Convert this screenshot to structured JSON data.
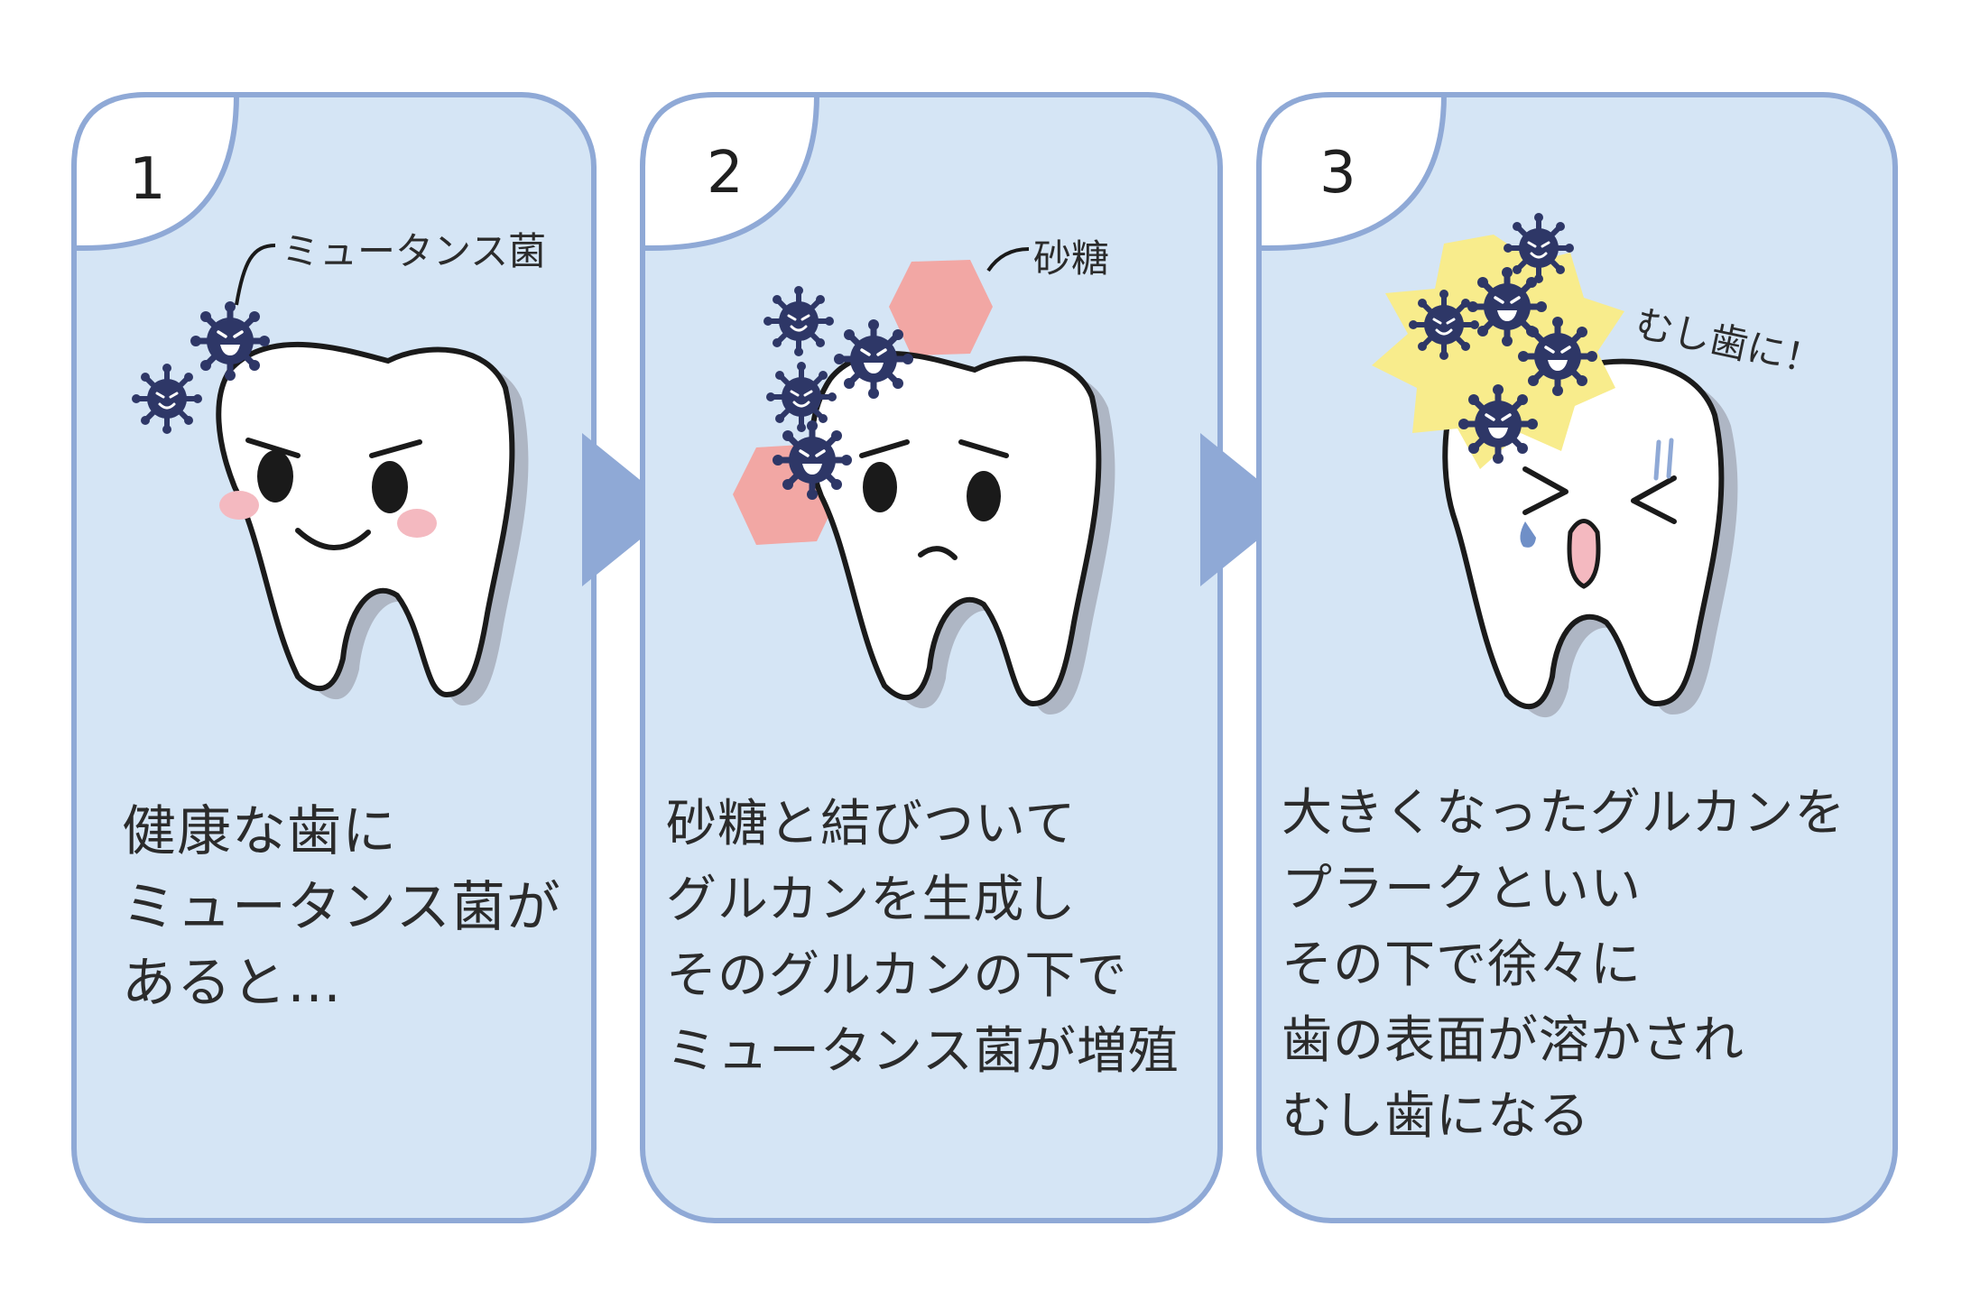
{
  "panels": [
    {
      "number": "1",
      "callout": "ミュータンス菌",
      "lines": [
        "健康な歯に",
        "ミュータンス菌が",
        "あると…"
      ]
    },
    {
      "number": "2",
      "callout": "砂糖",
      "lines": [
        "砂糖と結びついて",
        "グルカンを生成し",
        "そのグルカンの下で",
        "ミュータンス菌が増殖"
      ]
    },
    {
      "number": "3",
      "callout": "むし歯に！",
      "lines": [
        "大きくなったグルカンを",
        "プラークといい",
        "その下で徐々に",
        "歯の表面が溶かされ",
        "むし歯になる"
      ]
    }
  ],
  "colors": {
    "panel_fill": "#d5e5f5",
    "panel_border": "#8fa9d6",
    "arrow": "#8fa9d6",
    "germ": "#2e3767",
    "sugar": "#f2a7a4",
    "plaque": "#f8ec8c",
    "cheek": "#f4b9c0",
    "tooth": "#ffffff",
    "outline": "#1a1a1a"
  }
}
